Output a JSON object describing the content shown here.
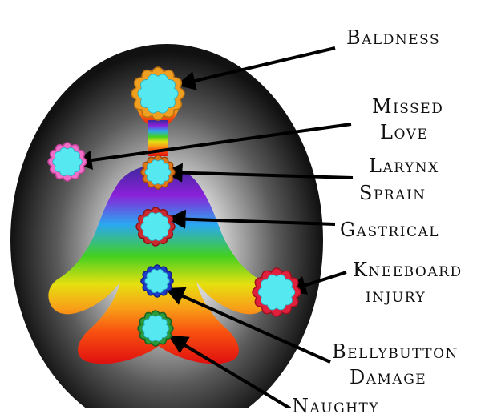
{
  "labels": {
    "baldness": "Baldness",
    "missed_love_line1": "Missed",
    "missed_love_line2": "Love",
    "larynx_line1": "Larynx",
    "larynx_line2": "Sprain",
    "gastrical": "Gastrical",
    "kneeboard_line1": "Kneeboard",
    "kneeboard_line2": "injury",
    "bellybutton_line1": "Bellybutton",
    "bellybutton_line2": "Damage",
    "naughty": "Naughty"
  },
  "chakras": [
    {
      "name": "crown-chakra",
      "ring": "#f0a020",
      "ringDark": "#b87010",
      "inner": "#55e8f0"
    },
    {
      "name": "hand-chakra-left",
      "ring": "#f070c8",
      "ringDark": "#c04098",
      "inner": "#55e8f0"
    },
    {
      "name": "throat-chakra",
      "ring": "#e07818",
      "ringDark": "#a04a08",
      "inner": "#55e8f0"
    },
    {
      "name": "heart-chakra",
      "ring": "#cc2a30",
      "ringDark": "#8a1418",
      "inner": "#55e8f0"
    },
    {
      "name": "hand-chakra-right",
      "ring": "#e0203c",
      "ringDark": "#a01020",
      "inner": "#55e8f0"
    },
    {
      "name": "navel-chakra",
      "ring": "#1e3cc8",
      "ringDark": "#10208a",
      "inner": "#55e8f0"
    },
    {
      "name": "root-chakra",
      "ring": "#2a9a3a",
      "ringDark": "#186020",
      "inner": "#55e8f0"
    }
  ]
}
